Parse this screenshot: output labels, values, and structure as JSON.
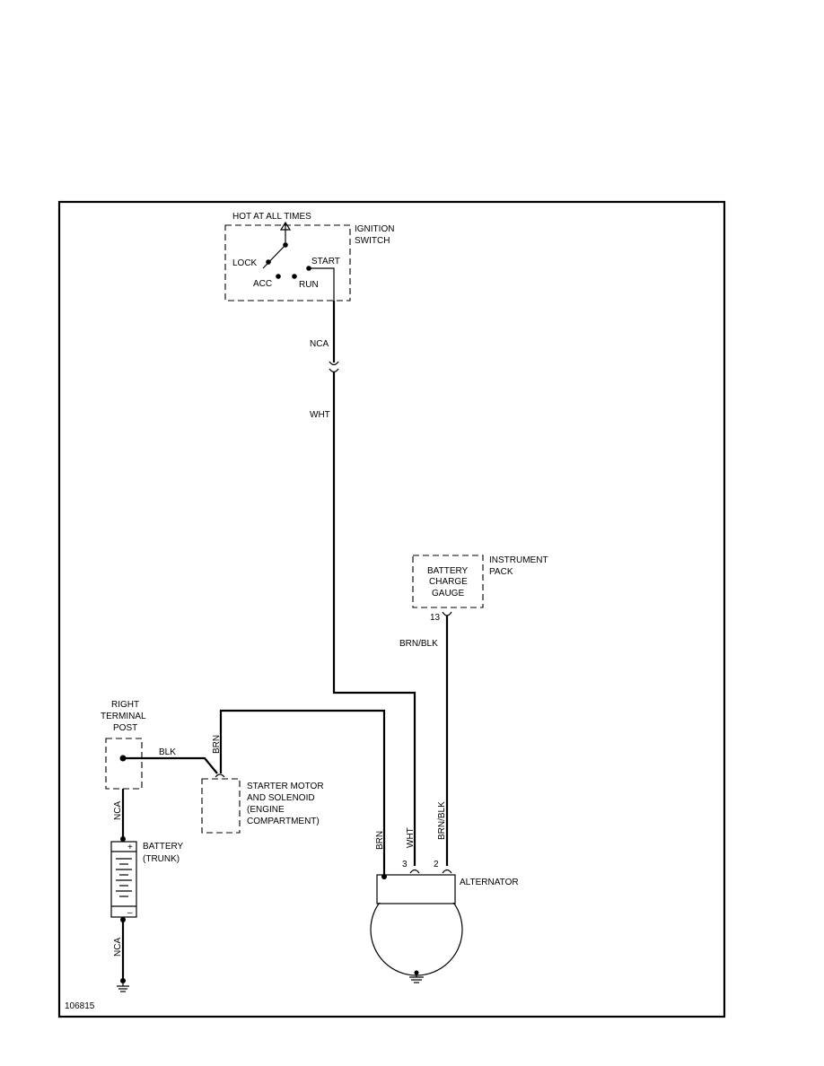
{
  "ignition": {
    "hot_label": "HOT AT ALL TIMES",
    "name_line1": "IGNITION",
    "name_line2": "SWITCH",
    "lock": "LOCK",
    "acc": "ACC",
    "run": "RUN",
    "start": "START"
  },
  "wires": {
    "nca_top": "NCA",
    "wht_top": "WHT",
    "brn_blk_top": "BRN/BLK",
    "blk": "BLK",
    "brn_starter": "BRN",
    "nca_mid": "NCA",
    "nca_bottom": "NCA",
    "brn_alt": "BRN",
    "wht_alt": "WHT",
    "brn_blk_alt": "BRN/BLK"
  },
  "instrument_pack": {
    "gauge_line1": "BATTERY",
    "gauge_line2": "CHARGE",
    "gauge_line3": "GAUGE",
    "name_line1": "INSTRUMENT",
    "name_line2": "PACK",
    "pin": "13"
  },
  "terminal_post": {
    "line1": "RIGHT",
    "line2": "TERMINAL",
    "line3": "POST"
  },
  "starter": {
    "line1": "STARTER MOTOR",
    "line2": "AND SOLENOID",
    "line3": "(ENGINE",
    "line4": "COMPARTMENT)"
  },
  "battery": {
    "line1": "BATTERY",
    "line2": "(TRUNK)",
    "plus": "+",
    "minus": "–"
  },
  "alternator": {
    "name": "ALTERNATOR",
    "pin3": "3",
    "pin2": "2"
  },
  "figure_id": "106815"
}
